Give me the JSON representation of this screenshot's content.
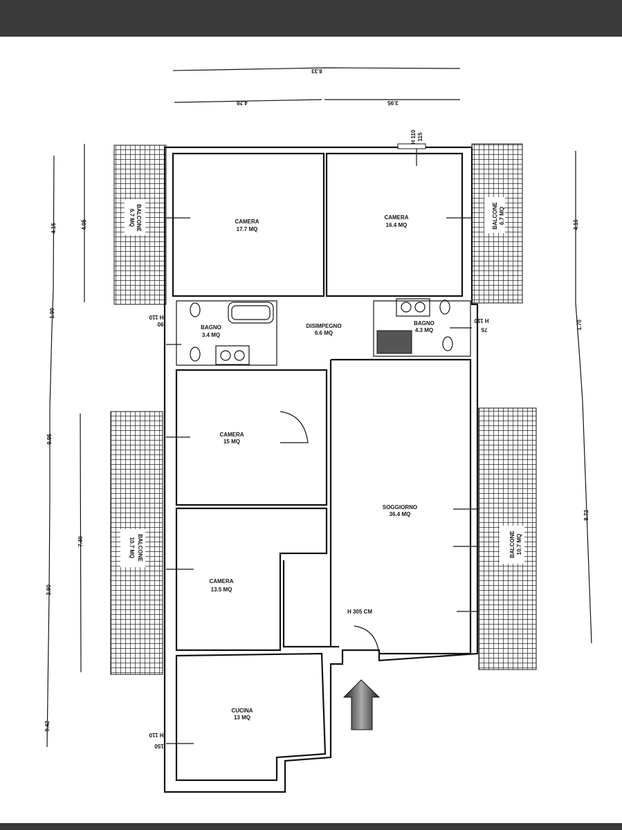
{
  "plan": {
    "rooms": [
      {
        "name": "CAMERA",
        "area": "17.7 MQ"
      },
      {
        "name": "CAMERA",
        "area": "16.4 MQ"
      },
      {
        "name": "BAGNO",
        "area": "3.4 MQ"
      },
      {
        "name": "DISIMPEGNO",
        "area": "6.6 MQ"
      },
      {
        "name": "BAGNO",
        "area": "4.3 MQ"
      },
      {
        "name": "CAMERA",
        "area": "15 MQ"
      },
      {
        "name": "CAMERA",
        "area": "13.5 MQ"
      },
      {
        "name": "SOGGIORNO",
        "area": "36.4 MQ"
      },
      {
        "name": "CUCINA",
        "area": "13 MQ"
      }
    ],
    "balconies": [
      {
        "name": "BALCONE",
        "area": "6.7 MQ"
      },
      {
        "name": "BALCONE",
        "area": "6.7 MQ"
      },
      {
        "name": "BALCONE",
        "area": "10.7 MQ"
      },
      {
        "name": "BALCONE",
        "area": "10.7 MQ"
      }
    ],
    "height_note": "H 305 CM",
    "window_labels": {
      "h110": "H 110",
      "w150": "150",
      "w115": "115",
      "w90": "90",
      "w75": "75"
    },
    "dimensions": {
      "top_total": "8.33",
      "top_left": "4.28",
      "top_right": "3.95",
      "left_outer": [
        "4.15",
        "1.90",
        "9.95",
        "3.90",
        "9.42"
      ],
      "left_inner": [
        "4.05",
        "7.40"
      ],
      "right": [
        "4.16",
        "1.70",
        "8.72"
      ]
    }
  }
}
